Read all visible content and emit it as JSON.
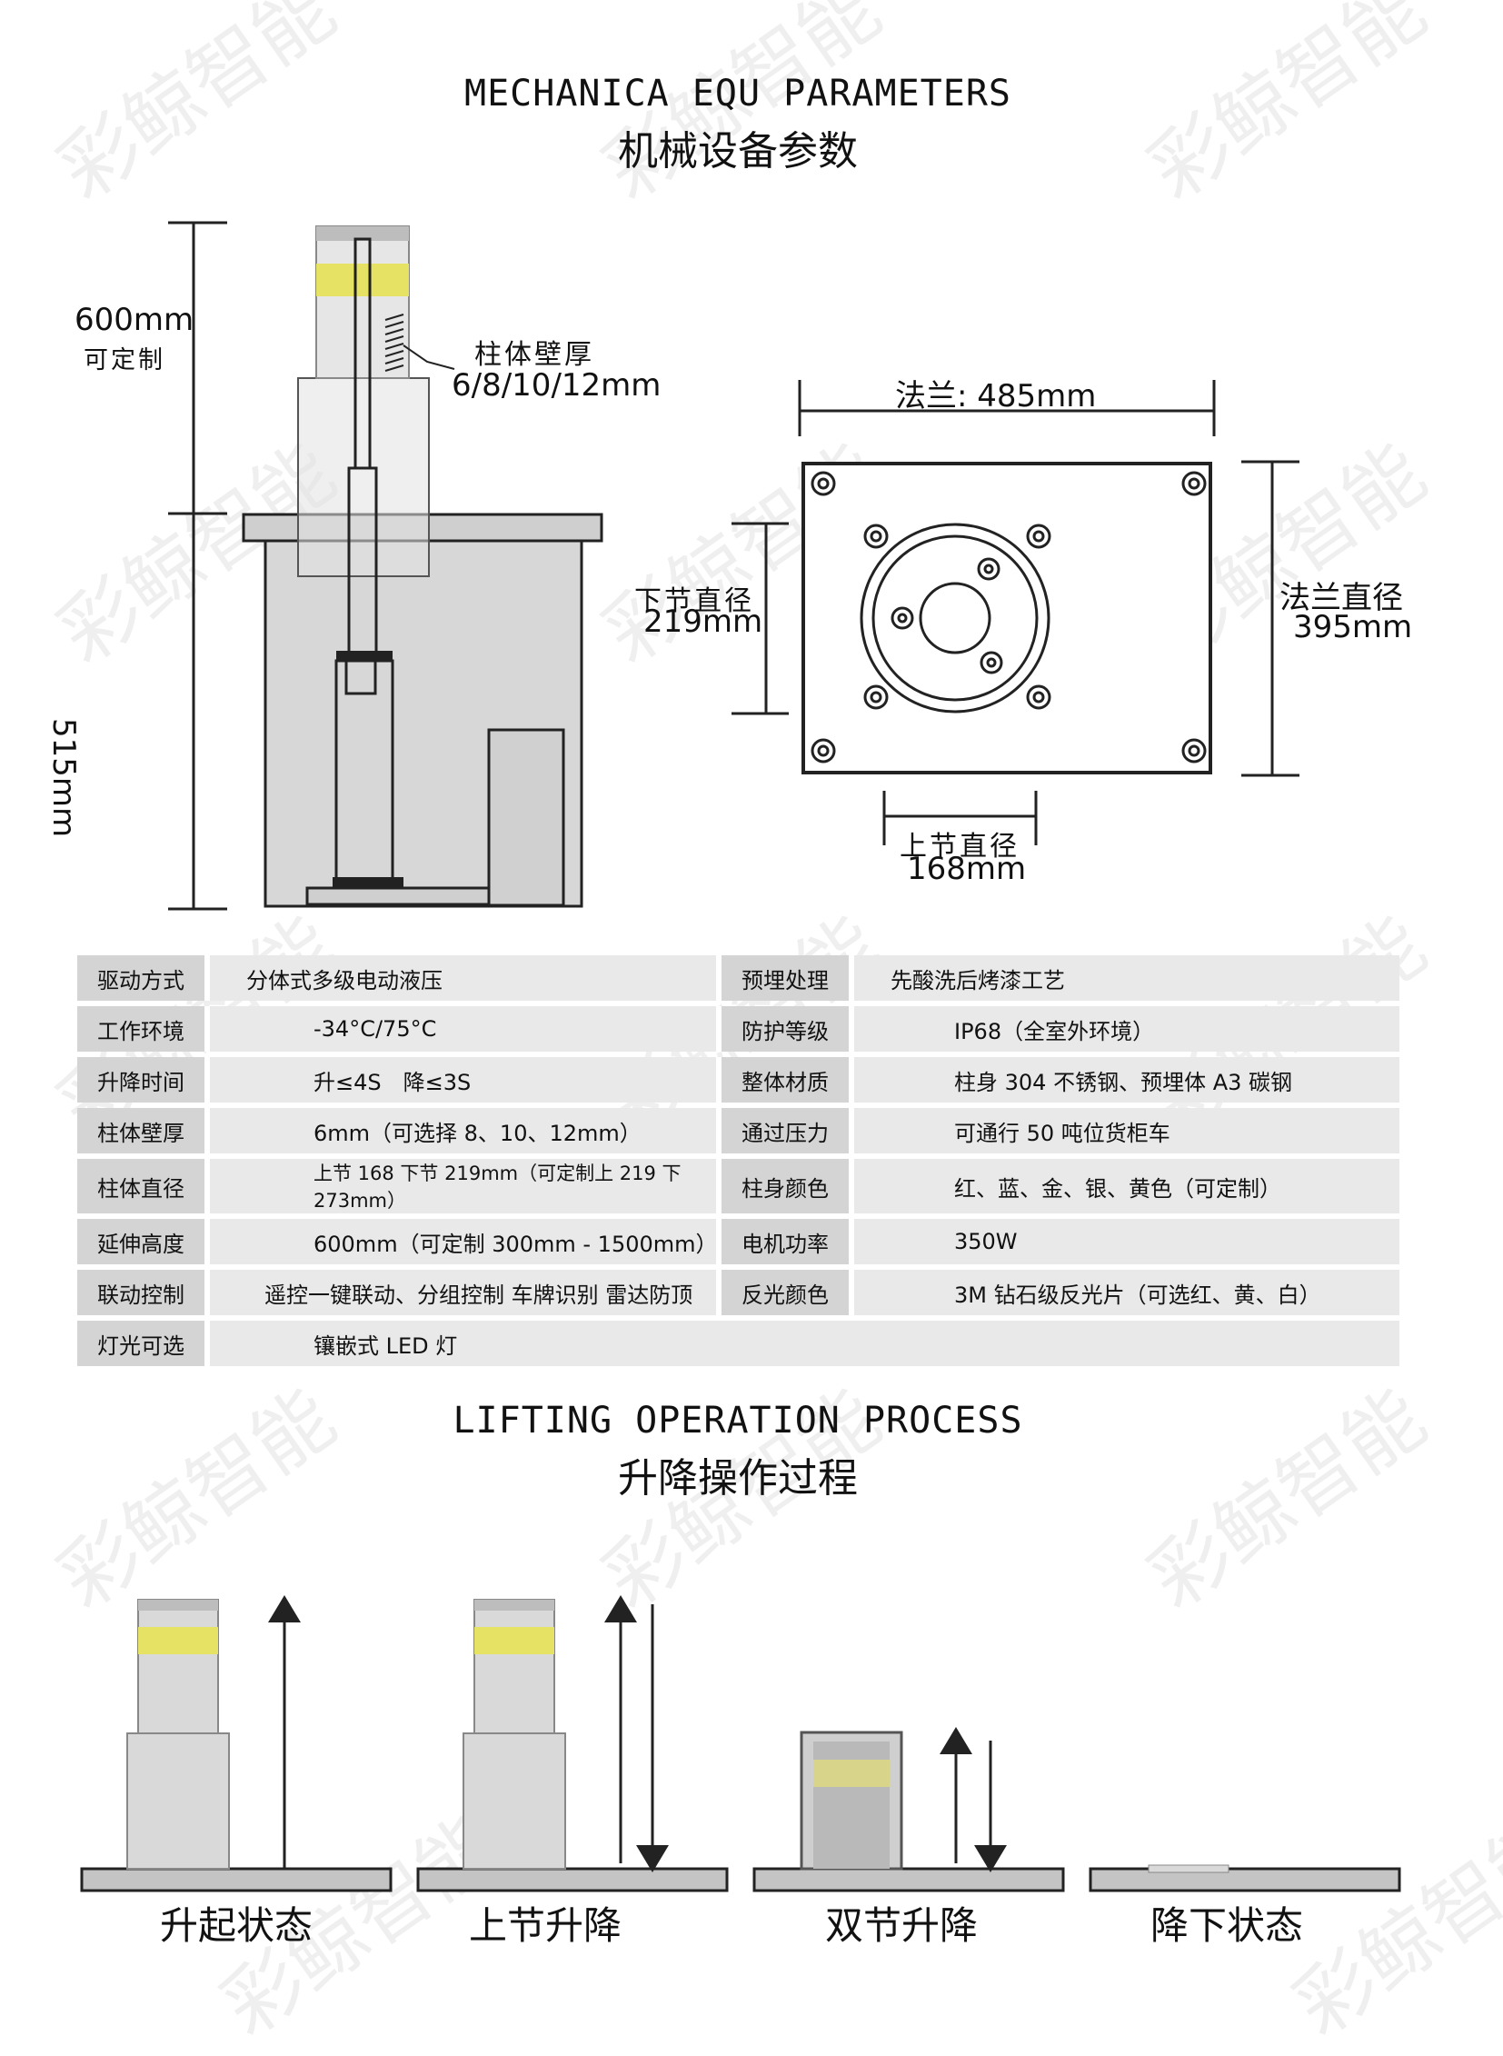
{
  "header": {
    "title_en": "MECHANICA EQU PARAMETERS",
    "title_cn": "机械设备参数"
  },
  "watermark": "彩鲸智能",
  "diagram": {
    "height_value": "600mm",
    "height_note": "可定制",
    "depth_value": "515mm",
    "wall_label": "柱体壁厚",
    "wall_value": "6/8/10/12mm",
    "flange_width": "法兰: 485mm",
    "lower_label": "下节直径",
    "lower_value": "219mm",
    "flange_dia_label": "法兰直径",
    "flange_dia_value": "395mm",
    "upper_label": "上节直径",
    "upper_value": "168mm"
  },
  "specs": {
    "rows": [
      {
        "k1": "驱动方式",
        "v1": "分体式多级电动液压",
        "k2": "预埋处理",
        "v2": "先酸洗后烤漆工艺"
      },
      {
        "k1": "工作环境",
        "v1": "-34°C/75°C",
        "k2": "防护等级",
        "v2": "IP68（全室外环境）"
      },
      {
        "k1": "升降时间",
        "v1": "升≤4S　降≤3S",
        "k2": "整体材质",
        "v2": "柱身 304 不锈钢、预埋体 A3 碳钢"
      },
      {
        "k1": "柱体壁厚",
        "v1": "6mm（可选择 8、10、12mm）",
        "k2": "通过压力",
        "v2": "可通行 50 吨位货柜车"
      },
      {
        "k1": "柱体直径",
        "v1": "上节 168 下节 219mm（可定制上 219 下 273mm）",
        "k2": "柱身颜色",
        "v2": "红、蓝、金、银、黄色（可定制）"
      },
      {
        "k1": "延伸高度",
        "v1": "600mm（可定制 300mm - 1500mm）",
        "k2": "电机功率",
        "v2": "350W"
      },
      {
        "k1": "联动控制",
        "v1": "遥控一键联动、分组控制 车牌识别 雷达防顶",
        "k2": "反光颜色",
        "v2": "3M 钻石级反光片（可选红、黄、白）"
      },
      {
        "k1": "灯光可选",
        "v1": "镶嵌式 LED 灯",
        "k2": "",
        "v2": ""
      }
    ]
  },
  "process": {
    "title_en": "LIFTING OPERATION PROCESS",
    "title_cn": "升降操作过程",
    "states": [
      "升起状态",
      "上节升降",
      "双节升降",
      "降下状态"
    ]
  },
  "colors": {
    "reflective": "#e6e264",
    "column": "#d9d9d9",
    "ground": "#c4c4c4",
    "line": "#222222"
  }
}
